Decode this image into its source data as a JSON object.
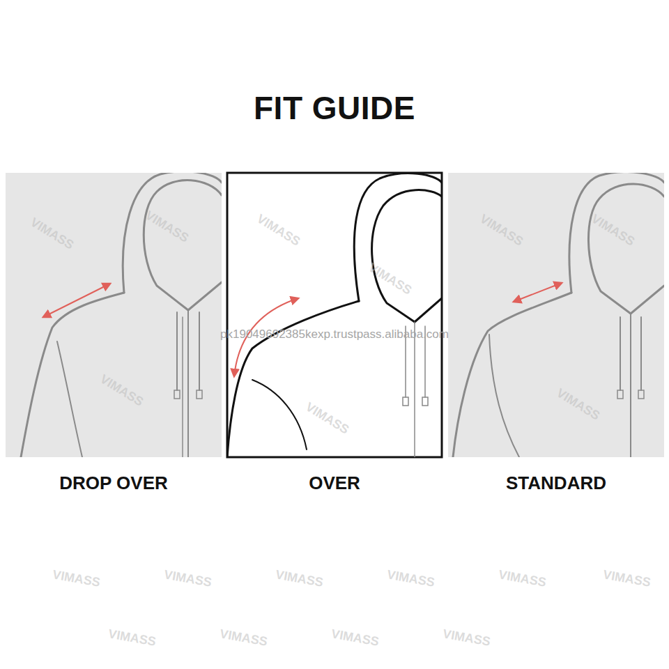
{
  "diagram": {
    "title": "FIT GUIDE",
    "nodes": [
      {
        "text": [
          "DROP OVER"
        ]
      },
      {
        "text": [
          "OVER"
        ]
      },
      {
        "text": [
          "STANDARD"
        ]
      }
    ],
    "labels": [
      "pk19049692385kexp.trustpass.alibaba.com",
      "VIMASS",
      "VIMASS",
      "VIMASS",
      "VIMASS",
      "VIMASS",
      "VIMASS",
      "VIMASS",
      "VIMASS",
      "VIMASS",
      "VIMASS",
      "VIMASS",
      "VIMASS",
      "VIMASS",
      "VIMASS",
      "VIMASS",
      "VIMASS",
      "VIMASS",
      "VIMASS",
      "VIMASS"
    ]
  }
}
